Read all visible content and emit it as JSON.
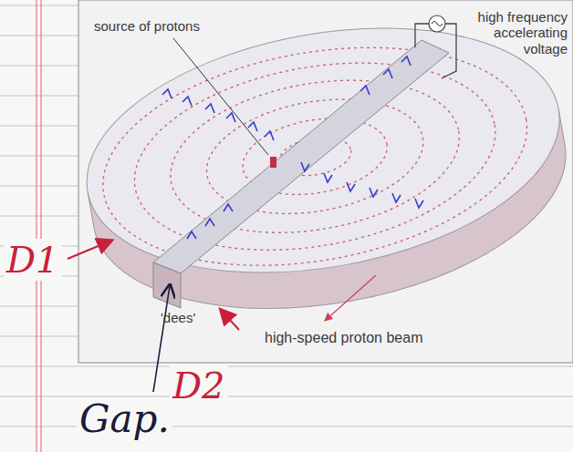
{
  "diagram": {
    "labels": [
      "source of protons",
      "high frequency accelerating voltage",
      "'dees'",
      "high-speed proton beam",
      "D1",
      "D2",
      "Gap."
    ]
  }
}
